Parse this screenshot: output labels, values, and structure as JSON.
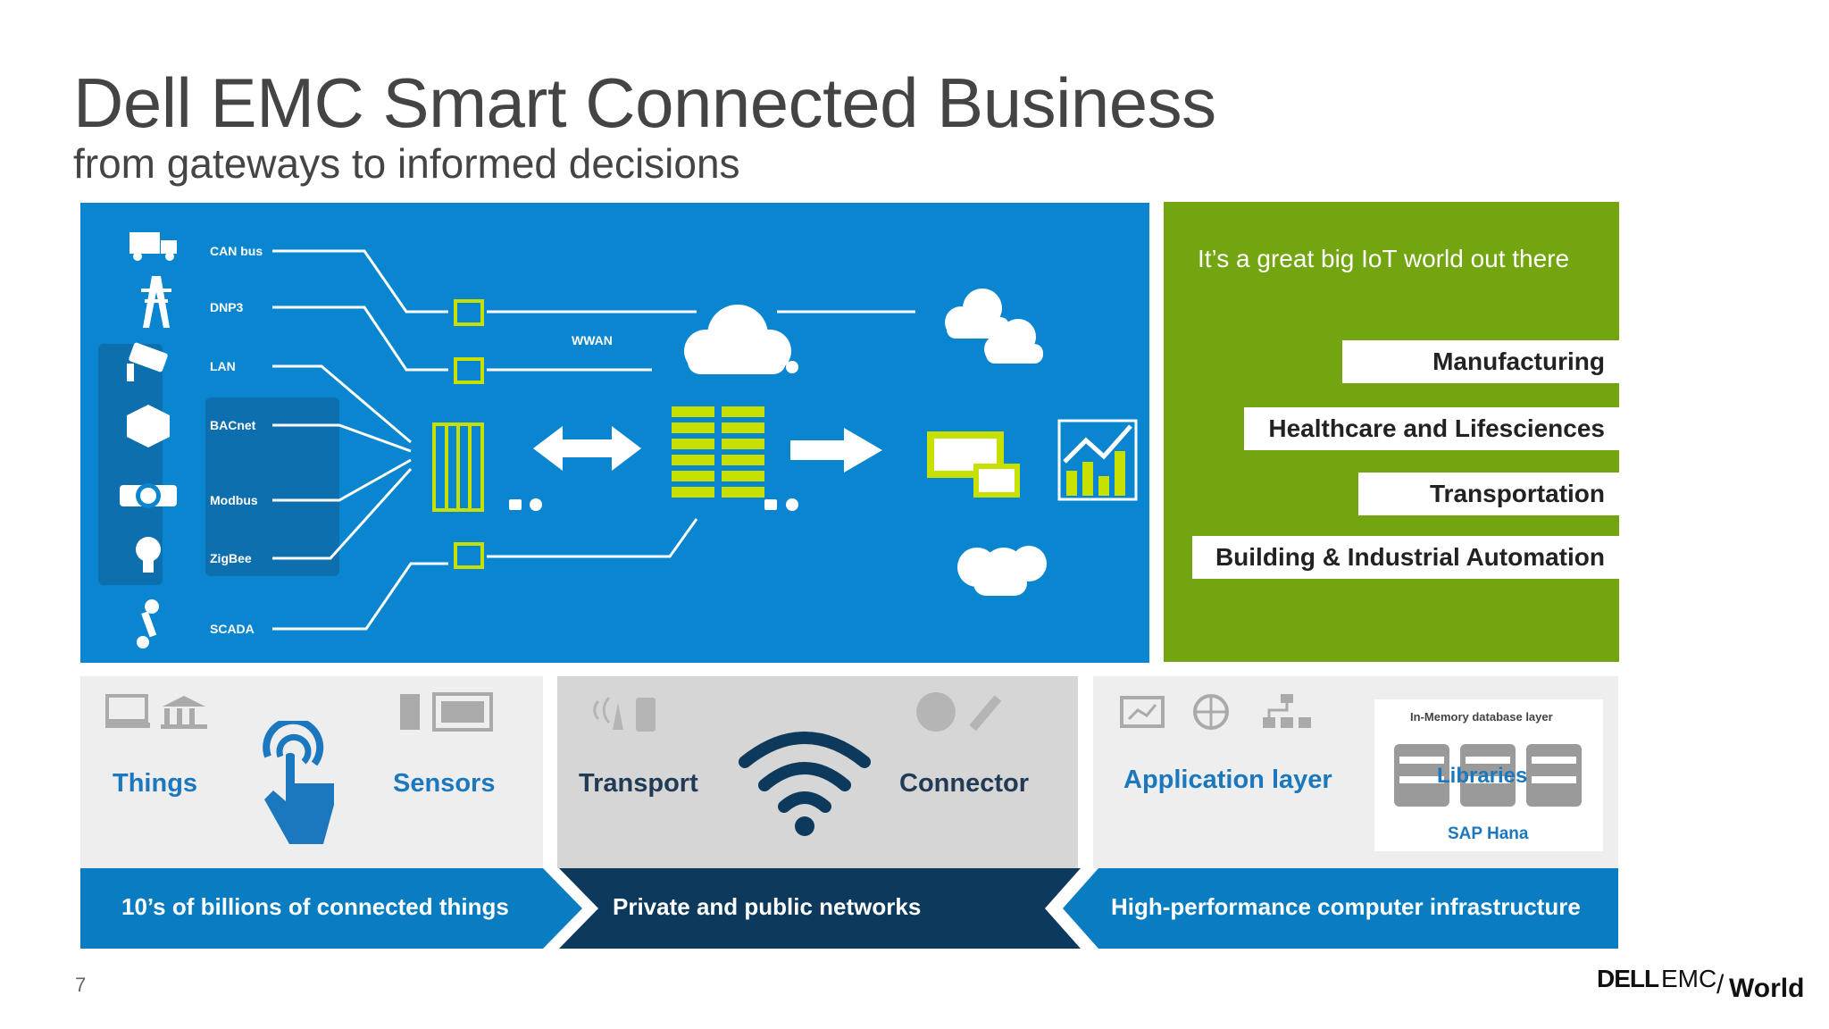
{
  "slide": {
    "title": "Dell EMC Smart Connected Business",
    "subtitle": "from gateways to informed decisions",
    "page_number": "7"
  },
  "diagram": {
    "protocols": [
      "CAN bus",
      "DNP3",
      "LAN",
      "BACnet",
      "Modbus",
      "ZigBee",
      "SCADA"
    ],
    "wwan_label": "WWAN",
    "colors": {
      "background": "#0a85cf",
      "accent": "#c8e000"
    }
  },
  "industries": {
    "title": "It’s a great big IoT world out there",
    "items": [
      "Manufacturing",
      "Healthcare and Lifesciences",
      "Transportation",
      "Building & Industrial Automation"
    ],
    "color": "#72a50f"
  },
  "layers": {
    "things": "Things",
    "sensors": "Sensors",
    "transport": "Transport",
    "connector": "Connector",
    "application": "Application layer",
    "db_title": "In-Memory database layer",
    "libraries": "Libraries",
    "sap": "SAP Hana"
  },
  "banners": {
    "b1": "10’s of billions of connected things",
    "b2": "Private and public networks",
    "b3": "High-performance computer infrastructure",
    "colors": {
      "blue": "#0a7dc2",
      "navy": "#0d3a5c"
    }
  },
  "logo": {
    "dell": "DELL",
    "emc": "EMC",
    "slash": "/",
    "world": "World"
  }
}
